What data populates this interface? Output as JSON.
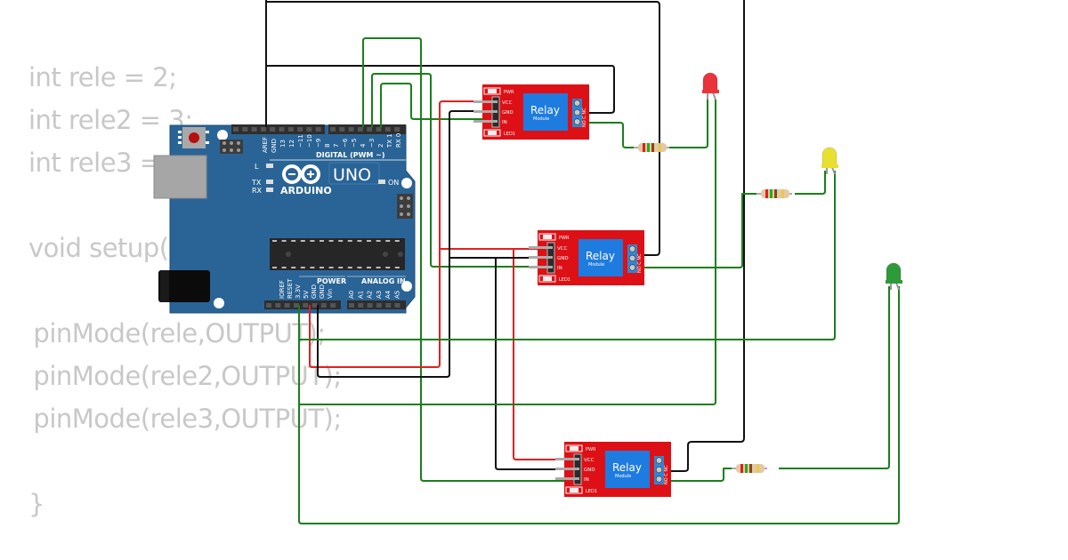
{
  "code": {
    "lines": [
      "int rele = 2;",
      "int rele2 = 3;",
      "int rele3 = 4;",
      "",
      "void setup() {",
      "",
      "  pinMode(rele,OUTPUT);",
      "  pinMode(rele2,OUTPUT);",
      "  pinMode(rele3,OUTPUT);",
      "",
      "}"
    ]
  },
  "arduino": {
    "brand": "ARDUINO",
    "model": "UNO",
    "digital_label": "DIGITAL (PWM ~)",
    "power_label": "POWER",
    "analog_label": "ANALOG IN",
    "on_label": "ON",
    "led_l": "L",
    "led_tx": "TX",
    "led_rx": "RX",
    "digital_pins": [
      "AREF",
      "GND",
      "13",
      "12",
      "~11",
      "~10",
      "~9",
      "8",
      "7",
      "~6",
      "~5",
      "4",
      "~3",
      "2",
      "TX 1",
      "RX 0"
    ],
    "power_pins": [
      "IOREF",
      "RESET",
      "3.3V",
      "5V",
      "GND",
      "GND",
      "Vin"
    ],
    "analog_pins": [
      "A0",
      "A1",
      "A2",
      "A3",
      "A4",
      "A5"
    ]
  },
  "relays": [
    {
      "title": "Relay",
      "subtitle": "Module",
      "pins": [
        "VCC",
        "GND",
        "IN"
      ],
      "leds": [
        "PWR",
        "LED1"
      ],
      "terminals": "NO C NC"
    },
    {
      "title": "Relay",
      "subtitle": "Module",
      "pins": [
        "VCC",
        "GND",
        "IN"
      ],
      "leds": [
        "PWR",
        "LED1"
      ],
      "terminals": "NO C NC"
    },
    {
      "title": "Relay",
      "subtitle": "Module",
      "pins": [
        "VCC",
        "GND",
        "IN"
      ],
      "leds": [
        "PWR",
        "LED1"
      ],
      "terminals": "NO C NC"
    }
  ],
  "leds": [
    {
      "color_name": "red",
      "color": "#e8343a"
    },
    {
      "color_name": "yellow",
      "color": "#e8e030"
    },
    {
      "color_name": "green",
      "color": "#2e9a3a"
    }
  ],
  "colors": {
    "board_blue": "#2a6496",
    "relay_red": "#dd1016",
    "relay_blue": "#1e7be0",
    "wire_green": "#1a7f1a",
    "wire_red": "#e02020",
    "wire_black": "#111111"
  }
}
